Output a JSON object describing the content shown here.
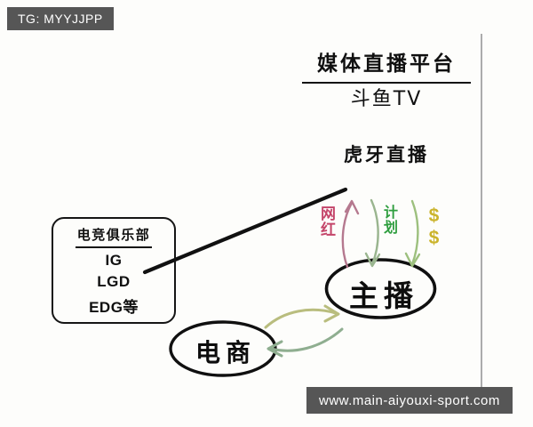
{
  "watermarks": {
    "top_left": "TG: MYYJJPP",
    "bottom_right": "www.main-aiyouxi-sport.com"
  },
  "header": {
    "title": "媒体直播平台",
    "platform_1": "斗鱼TV",
    "platform_2": "虎牙直播"
  },
  "club_box": {
    "title": "电竞俱乐部",
    "teams": [
      "IG",
      "LGD",
      "EDG等"
    ]
  },
  "nodes": {
    "streamer": "主播",
    "ecommerce": "电商"
  },
  "annotations": {
    "red_label": "网红",
    "green_label": "计划",
    "money_label": "$$"
  },
  "colors": {
    "ink": "#141414",
    "watermark_bg": "#565656",
    "red_arrow": "#b5798f",
    "green_arrow": "#9ab58f",
    "olive_arrow": "#b9bd7e",
    "gray_green_arrow": "#8fae90",
    "red_text": "#c4456a",
    "green_text": "#2f9e3f",
    "gold_text": "#cbb42c",
    "divider": "#8a8a8a"
  }
}
